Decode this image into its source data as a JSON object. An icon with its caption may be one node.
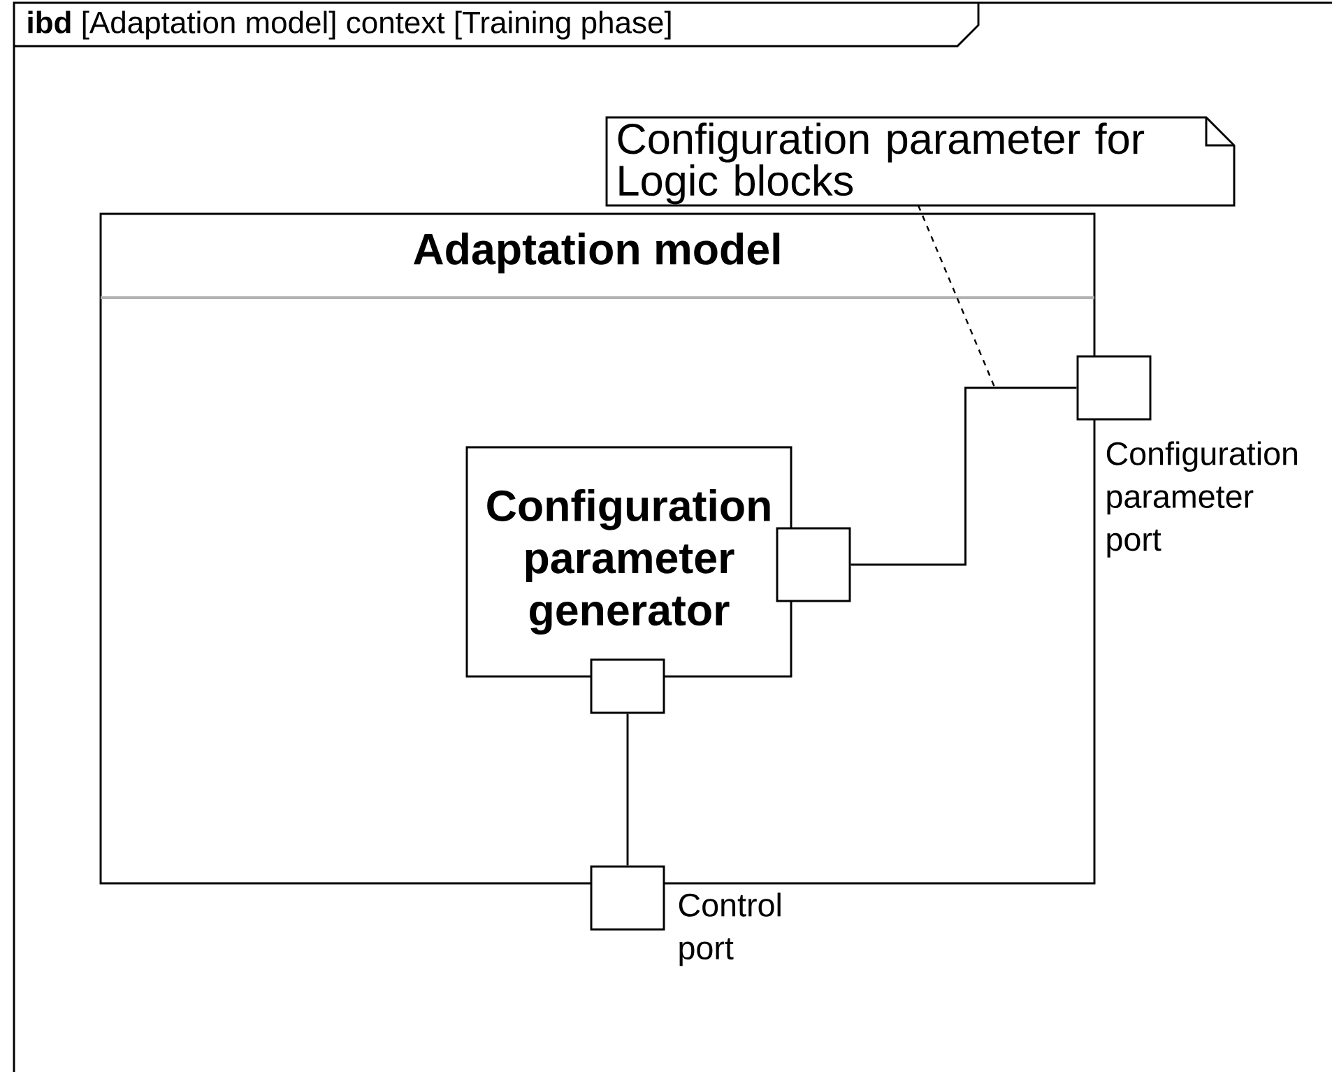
{
  "diagram": {
    "title": "**ibd** [Adaptation model] context [Training phase]",
    "nodes": [
      {
        "text": [
          "Adaptation model"
        ]
      },
      {
        "text": [
          "Configuration parameter generator"
        ],
        "in": 0
      },
      {
        "text": [],
        "shape": "box",
        "in": 0
      },
      {
        "text": [],
        "shape": "box",
        "in": 0
      },
      {
        "text": [],
        "shape": "box",
        "beside": [
          "Configuration parameter port"
        ]
      },
      {
        "text": [],
        "shape": "box",
        "beside": [
          "Control port"
        ]
      },
      {
        "text": [
          "Configuration parameter for Logic blocks"
        ]
      }
    ],
    "edges": [
      {
        "from": 2,
        "to": 4,
        "arrow": "none"
      },
      {
        "from": 3,
        "to": 5,
        "arrow": "none"
      },
      {
        "from": 6,
        "to": null,
        "arrow": "none",
        "style": "dashed"
      }
    ]
  }
}
